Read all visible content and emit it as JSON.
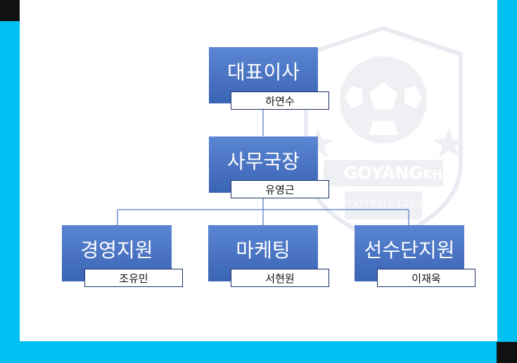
{
  "watermark": {
    "club_name": "GOYANG",
    "club_code": "KH",
    "subtitle": "FOOTBALL CLUB"
  },
  "org": {
    "ceo": {
      "title": "대표이사",
      "name": "하연수"
    },
    "secretary": {
      "title": "사무국장",
      "name": "유영근"
    },
    "departments": [
      {
        "title": "경영지원",
        "name": "조유민"
      },
      {
        "title": "마케팅",
        "name": "서현원"
      },
      {
        "title": "선수단지원",
        "name": "이재욱"
      }
    ]
  },
  "colors": {
    "accent": "#00bff3",
    "box": "#4a76c6",
    "connector": "#6b8fd6"
  }
}
